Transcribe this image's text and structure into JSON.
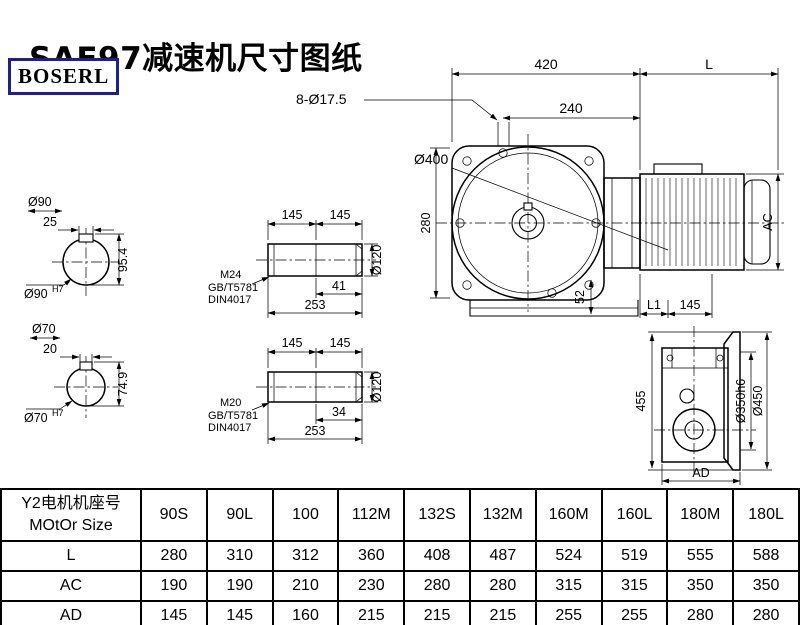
{
  "page": {
    "title": "SAF97减速机尺寸图纸",
    "logo": "BOSERL",
    "colors": {
      "ink": "#000000",
      "logo_border": "#1f1f8f",
      "paper": "#ffffff"
    }
  },
  "dims": {
    "shaft_end_top": {
      "diameter": "Ø90",
      "keyway_width": "25",
      "keyway_height": "95.4",
      "bore": "Ø90",
      "bore_tolerance": "H7"
    },
    "shaft_end_bottom": {
      "diameter": "Ø70",
      "keyway_width": "20",
      "keyway_height": "74.9",
      "bore": "Ø70",
      "bore_tolerance": "H7"
    },
    "shaft_side_top": {
      "len_a": "145",
      "len_b": "145",
      "diameter": "Ø120",
      "thread": "M24",
      "standard_gb": "GB/T5781",
      "standard_din": "DIN4017",
      "step_length": "41",
      "total_length": "253"
    },
    "shaft_side_bottom": {
      "len_a": "145",
      "len_b": "145",
      "diameter": "Ø120",
      "thread": "M20",
      "standard_gb": "GB/T5781",
      "standard_din": "DIN4017",
      "step_length": "34",
      "total_length": "253"
    },
    "main_view": {
      "overall_420": "420",
      "motor_length": "L",
      "bolt_holes": "8-Ø17.5",
      "width_240": "240",
      "flange_diameter": "Ø400",
      "height_280": "280",
      "motor_diameter": "AC",
      "height_52": "52",
      "dim_l1": "L1",
      "dim_145": "145"
    },
    "side_view": {
      "height_455": "455",
      "spigot_diameter": "Ø350h6",
      "flange_diameter": "Ø450",
      "width_ad": "AD"
    }
  },
  "table": {
    "row_header_line1": "Y2电机机座号",
    "row_header_line2": "MOtOr Size",
    "columns": [
      "90S",
      "90L",
      "100",
      "112M",
      "132S",
      "132M",
      "160M",
      "160L",
      "180M",
      "180L"
    ],
    "rows": [
      {
        "label": "L",
        "values": [
          "280",
          "310",
          "312",
          "360",
          "408",
          "487",
          "524",
          "519",
          "555",
          "588"
        ]
      },
      {
        "label": "AC",
        "values": [
          "190",
          "190",
          "210",
          "230",
          "280",
          "280",
          "315",
          "315",
          "350",
          "350"
        ]
      },
      {
        "label": "AD",
        "values": [
          "145",
          "145",
          "160",
          "215",
          "215",
          "215",
          "255",
          "255",
          "280",
          "280"
        ]
      }
    ]
  }
}
